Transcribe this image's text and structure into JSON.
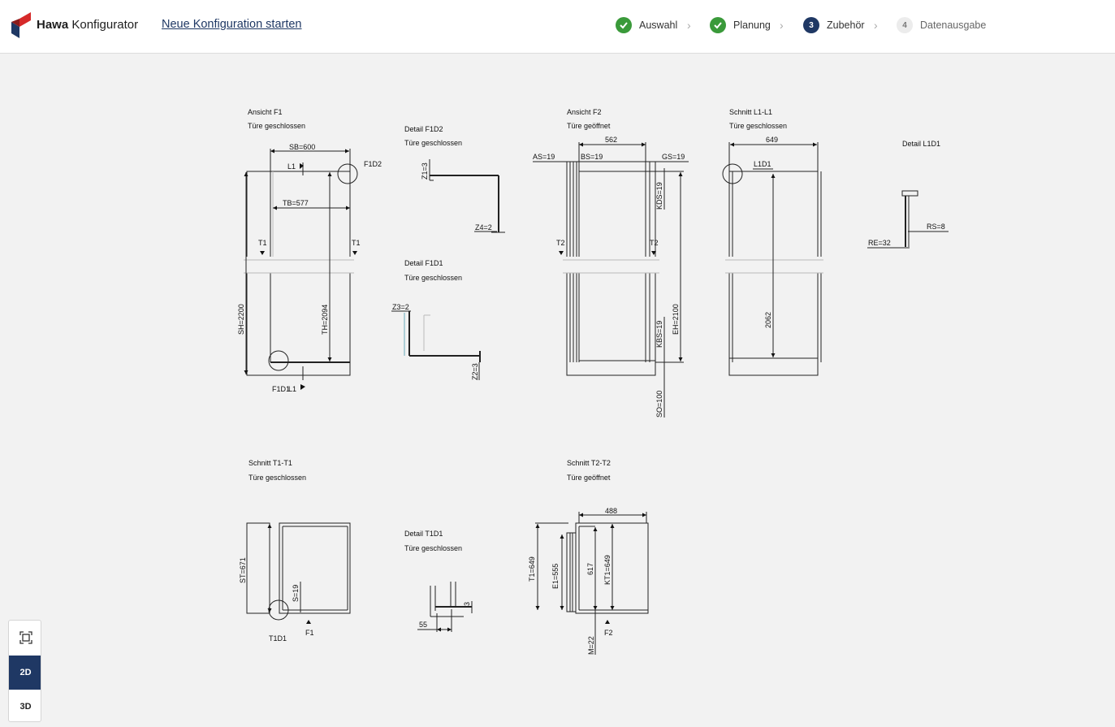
{
  "header": {
    "brand_bold": "Hawa",
    "brand_rest": "Konfigurator",
    "new_config": "Neue Konfiguration starten",
    "steps": [
      {
        "label": "Auswahl",
        "state": "done",
        "number": ""
      },
      {
        "label": "Planung",
        "state": "done",
        "number": ""
      },
      {
        "label": "Zubehör",
        "state": "active",
        "number": "3"
      },
      {
        "label": "Datenausgabe",
        "state": "todo",
        "number": "4"
      }
    ]
  },
  "colors": {
    "brand_navy": "#1f3864",
    "brand_red": "#d62a2a",
    "done_green": "#3a9a3a"
  },
  "drawing": {
    "views": {
      "f1": {
        "title": "Ansicht F1",
        "sub": "Türe geschlossen",
        "sb": "SB=600",
        "tb": "TB=577",
        "sh": "SH=2200",
        "th": "TH=2094",
        "l1": "L1",
        "t1a": "T1",
        "t1b": "T1",
        "f1d2": "F1D2",
        "f1d1": "F1D1",
        "l1b": "L1"
      },
      "f1d2": {
        "title": "Detail F1D2",
        "sub": "Türe geschlossen",
        "z1": "Z1=3",
        "z4": "Z4=2"
      },
      "f1d1": {
        "title": "Detail F1D1",
        "sub": "Türe geschlossen",
        "z3": "Z3=2",
        "z2": "Z2=3"
      },
      "f2": {
        "title": "Ansicht F2",
        "sub": "Türe geöffnet",
        "w562": "562",
        "as": "AS=19",
        "bs": "BS=19",
        "gs": "GS=19",
        "kds": "KDS=19",
        "kbs": "KBS=19",
        "eh": "EH=2100",
        "so": "SO=100",
        "t2a": "T2",
        "t2b": "T2"
      },
      "l1l1": {
        "title": "Schnitt L1-L1",
        "sub": "Türe geschlossen",
        "w649": "649",
        "l1d1": "L1D1",
        "h2062": "2062"
      },
      "l1d1": {
        "title": "Detail L1D1",
        "rs": "RS=8",
        "re": "RE=32"
      },
      "t1t1": {
        "title": "Schnitt T1-T1",
        "sub": "Türe geschlossen",
        "st": "ST=671",
        "s": "S=19",
        "t1d1": "T1D1",
        "f1": "F1"
      },
      "t1d1": {
        "title": "Detail T1D1",
        "sub": "Türe geschlossen",
        "d55": "55",
        "d3": "3"
      },
      "t2t2": {
        "title": "Schnitt T2-T2",
        "sub": "Türe geöffnet",
        "w488": "488",
        "t1": "T1=649",
        "e1": "E1=555",
        "d617": "617",
        "kt1": "KT1=649",
        "m": "M=22",
        "f2": "F2"
      }
    }
  },
  "view_controls": {
    "fit_icon": "fit-screen-icon",
    "btn_2d": "2D",
    "btn_3d": "3D",
    "active": "2D"
  }
}
